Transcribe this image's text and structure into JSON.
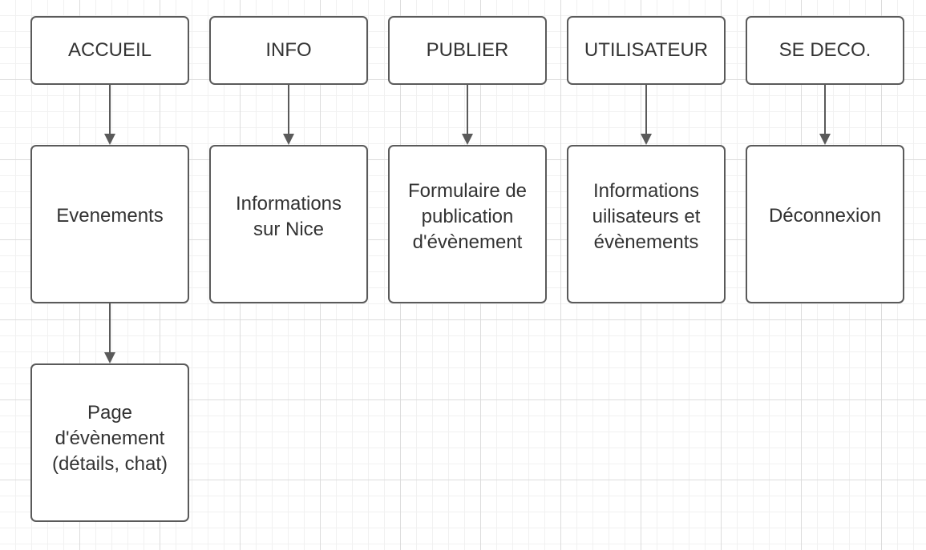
{
  "diagram": {
    "nodes": {
      "accueil": "ACCUEIL",
      "info": "INFO",
      "publier": "PUBLIER",
      "utilisateur": "UTILISATEUR",
      "se_deco": "SE DECO.",
      "evenements": "Evenements",
      "informations_nice": "Informations\nsur Nice",
      "formulaire": "Formulaire de\npublication\nd'évènement",
      "infos_utilisateurs": "Informations\nuilisateurs et\névènements",
      "deconnexion": "Déconnexion",
      "page_evenement": "Page\nd'évènement\n(détails, chat)"
    },
    "edges": [
      {
        "from": "accueil",
        "to": "evenements"
      },
      {
        "from": "info",
        "to": "informations_nice"
      },
      {
        "from": "publier",
        "to": "formulaire"
      },
      {
        "from": "utilisateur",
        "to": "infos_utilisateurs"
      },
      {
        "from": "se_deco",
        "to": "deconnexion"
      },
      {
        "from": "evenements",
        "to": "page_evenement"
      }
    ],
    "colors": {
      "stroke": "#5a5a5a",
      "text": "#333333",
      "grid": "#dcdcdc"
    }
  }
}
